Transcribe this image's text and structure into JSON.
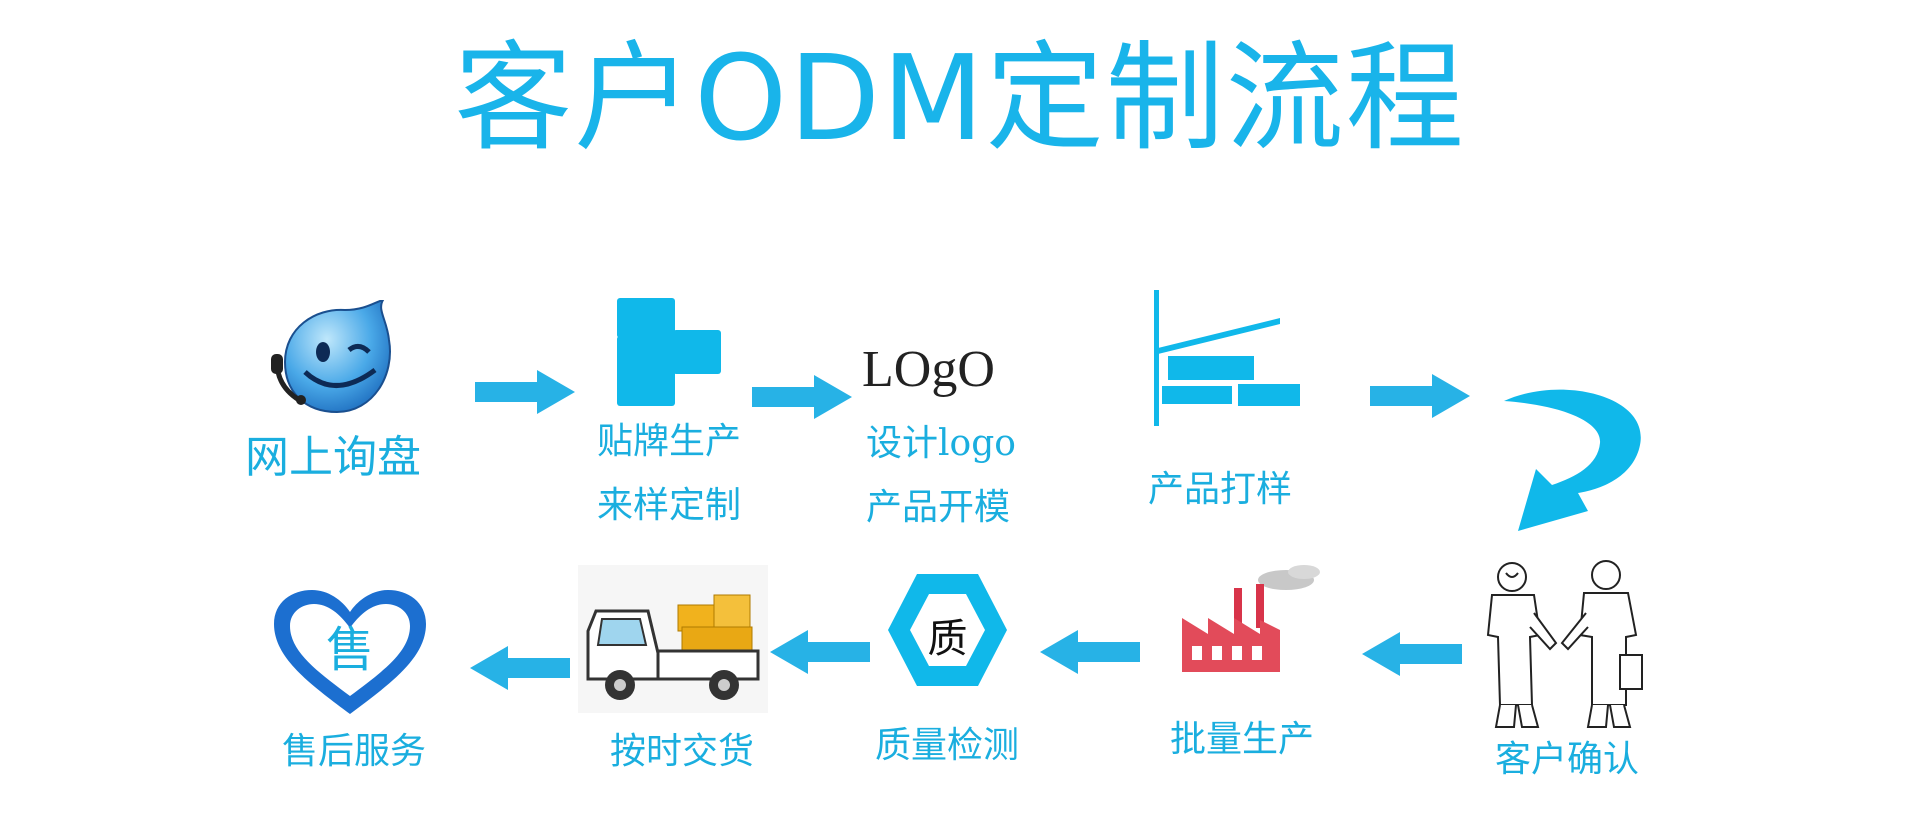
{
  "title": "客户ODM定制流程",
  "colors": {
    "accent": "#19b4ea",
    "label": "#1aaedf",
    "arrow": "#27b2e6"
  },
  "steps": {
    "inquiry": {
      "label": "网上询盘",
      "icon": "smiley-headset-icon"
    },
    "oem": {
      "line1": "贴牌生产",
      "line2": "来样定制",
      "icon": "puzzle-blocks-icon"
    },
    "logo": {
      "icon_text": "LOgO",
      "line1": "设计logo",
      "line2": "产品开模",
      "icon": "logo-text-icon"
    },
    "sample": {
      "label": "产品打样",
      "icon": "press-blocks-icon"
    },
    "confirm": {
      "label": "客户确认",
      "icon": "handshake-icon"
    },
    "mass": {
      "label": "批量生产",
      "icon": "factory-icon"
    },
    "quality": {
      "icon_text": "质",
      "label": "质量检测",
      "icon": "hexagon-quality-icon"
    },
    "delivery": {
      "label": "按时交货",
      "icon": "truck-icon"
    },
    "after_sales": {
      "icon_text": "售",
      "label": "售后服务",
      "icon": "heart-icon"
    }
  }
}
